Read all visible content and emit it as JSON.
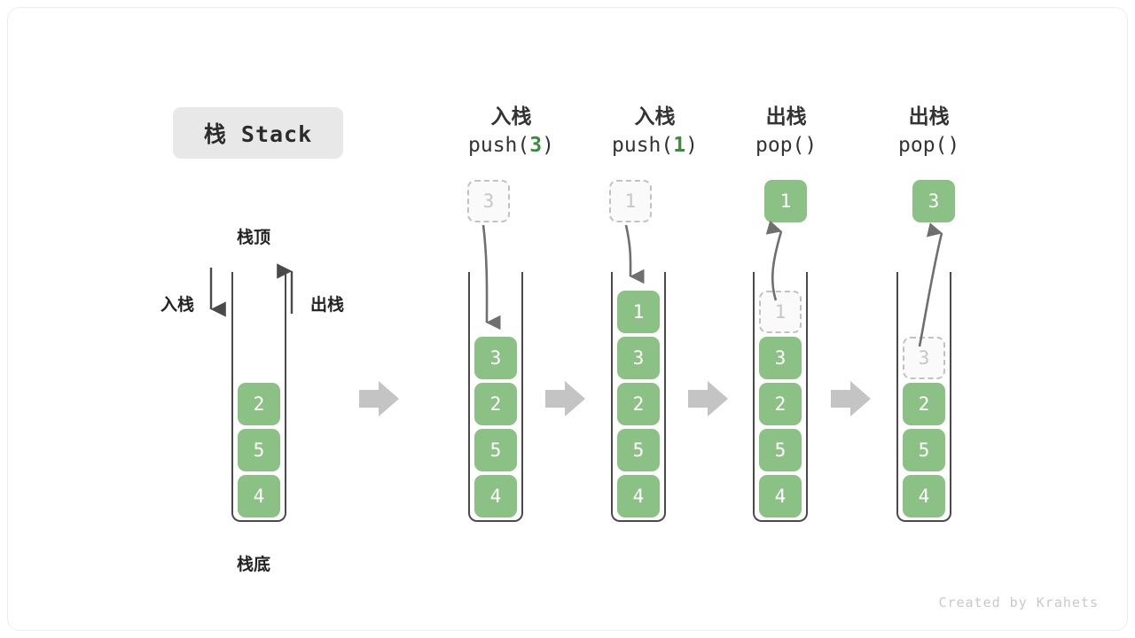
{
  "title": {
    "badge": "栈 Stack"
  },
  "footer": {
    "credit": "Created by Krahets"
  },
  "legend": {
    "top_label": "栈顶",
    "bottom_label": "栈底",
    "push_label": "入栈",
    "pop_label": "出栈"
  },
  "colors": {
    "element": "#8cc185",
    "element_text": "#ffffff",
    "ghost_border": "#c2c2c2",
    "ghost_text": "#c6c6c6",
    "rail": "#4a4a4a",
    "flow_arrow": "#c4c4c4",
    "curve_arrow": "#6f6f6f",
    "badge_bg": "#e8e8e8",
    "arg_green": "#3d8b40"
  },
  "chart_data": {
    "type": "diagram",
    "title": "栈 Stack",
    "description": "Stack push/pop operation sequence",
    "columns": [
      {
        "id": "initial",
        "op_cn": "",
        "op_code": "",
        "stack": [
          "2",
          "5",
          "4"
        ],
        "ghost": null,
        "popped": null
      },
      {
        "id": "push3",
        "op_cn": "入栈",
        "op_code": "push(",
        "arg": "3",
        "op_code_end": ")",
        "stack": [
          "3",
          "2",
          "5",
          "4"
        ],
        "ghost": "3",
        "popped": null
      },
      {
        "id": "push1",
        "op_cn": "入栈",
        "op_code": "push(",
        "arg": "1",
        "op_code_end": ")",
        "stack": [
          "1",
          "3",
          "2",
          "5",
          "4"
        ],
        "ghost": "1",
        "popped": null
      },
      {
        "id": "pop1",
        "op_cn": "出栈",
        "op_code": "pop(",
        "arg": "",
        "op_code_end": ")",
        "stack": [
          "3",
          "2",
          "5",
          "4"
        ],
        "ghost": "1",
        "popped": "1"
      },
      {
        "id": "pop3",
        "op_cn": "出栈",
        "op_code": "pop(",
        "arg": "",
        "op_code_end": ")",
        "stack": [
          "2",
          "5",
          "4"
        ],
        "ghost": "3",
        "popped": "3"
      }
    ],
    "flow_arrows": 4
  }
}
